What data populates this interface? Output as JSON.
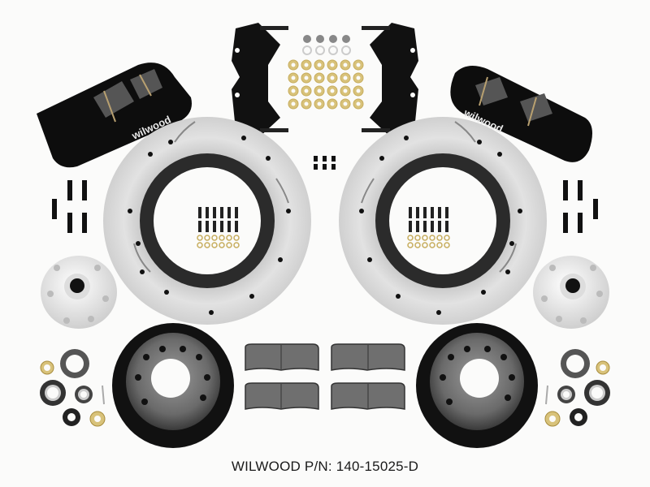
{
  "caption": {
    "brand": "WILWOOD",
    "label": "WILWOOD P/N: 140-15025-D"
  },
  "colors": {
    "background": "#fbfbfa",
    "caliper": "#0d0d0d",
    "rotor_face": "#d9d9d9",
    "rotor_hat": "#2b2b2b",
    "hub": "#e8e8e8",
    "washer_brass": "#d8c27a",
    "pad": "#6f6f6f"
  },
  "parts": {
    "calipers": [
      {
        "side": "left",
        "logo": "wilwood"
      },
      {
        "side": "right",
        "logo": "wilwood"
      }
    ],
    "brackets": 2,
    "rotors": 2,
    "hubs": 2,
    "hats": 2,
    "pads": 4,
    "bearing_kits": 2
  }
}
